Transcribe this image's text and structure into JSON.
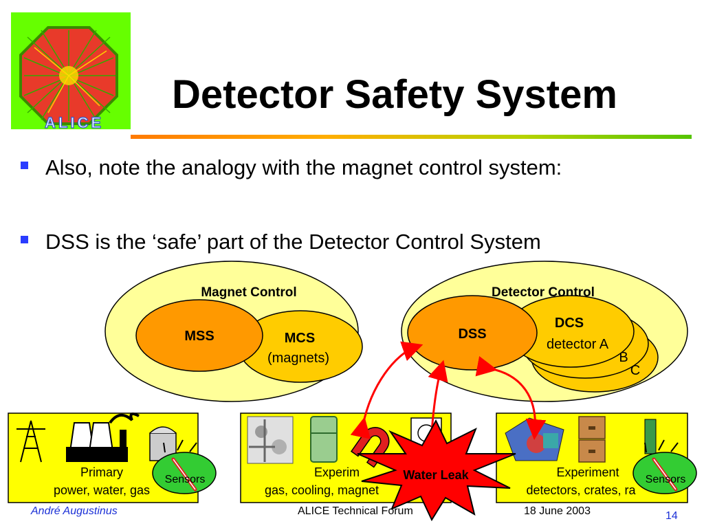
{
  "slide": {
    "title": "Detector Safety System",
    "bullets": [
      "Also, note the analogy with the magnet control system:",
      "DSS is the ‘safe’ part of the Detector Control System"
    ],
    "logo_text": "ALICE"
  },
  "diagram": {
    "magnet_group": {
      "label": "Magnet Control",
      "mss": "MSS",
      "mcs": "MCS",
      "mcs_sub": "(magnets)"
    },
    "detector_group": {
      "label": "Detector Control",
      "dss": "DSS",
      "dcs": "DCS",
      "dcs_sub_a": "detector A",
      "dcs_sub_b": "B",
      "dcs_sub_c": "C"
    },
    "boxes": [
      {
        "line1": "Primary",
        "line2": "power, water, gas",
        "sensors": "Sensors"
      },
      {
        "line1": "Experim",
        "line2": "gas, cooling, magnet"
      },
      {
        "line1": "Experiment",
        "line2": "detectors, crates, ra",
        "sensors": "Sensors"
      }
    ],
    "alert": "Water Leak"
  },
  "footer": {
    "author": "André Augustinus",
    "center": "ALICE Technical Forum",
    "date": "18 June 2003",
    "page": "14"
  },
  "colors": {
    "ellipse_fill": "#ffff99",
    "orange": "#ff9900",
    "gold": "#ffcc00",
    "box_fill": "#ffff00",
    "sensor_green": "#33cc33",
    "arrow_red": "#ff0000",
    "bullet_blue": "#2a3cff"
  }
}
